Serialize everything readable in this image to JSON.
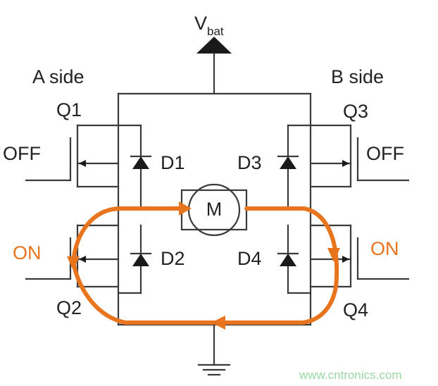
{
  "labels": {
    "supply_main": "V",
    "supply_sub": "bat",
    "a_side": "A side",
    "b_side": "B side",
    "q1": "Q1",
    "q2": "Q2",
    "q3": "Q3",
    "q4": "Q4",
    "d1": "D1",
    "d2": "D2",
    "d3": "D3",
    "d4": "D4",
    "motor": "M",
    "q1_state": "OFF",
    "q2_state": "ON",
    "q3_state": "OFF",
    "q4_state": "ON"
  },
  "watermark": "www.cntronics.com",
  "colors": {
    "wire": "#3a3a3a",
    "current_path": "#e8741e",
    "on_label": "#e8741e",
    "watermark": "#9ad7a3"
  }
}
